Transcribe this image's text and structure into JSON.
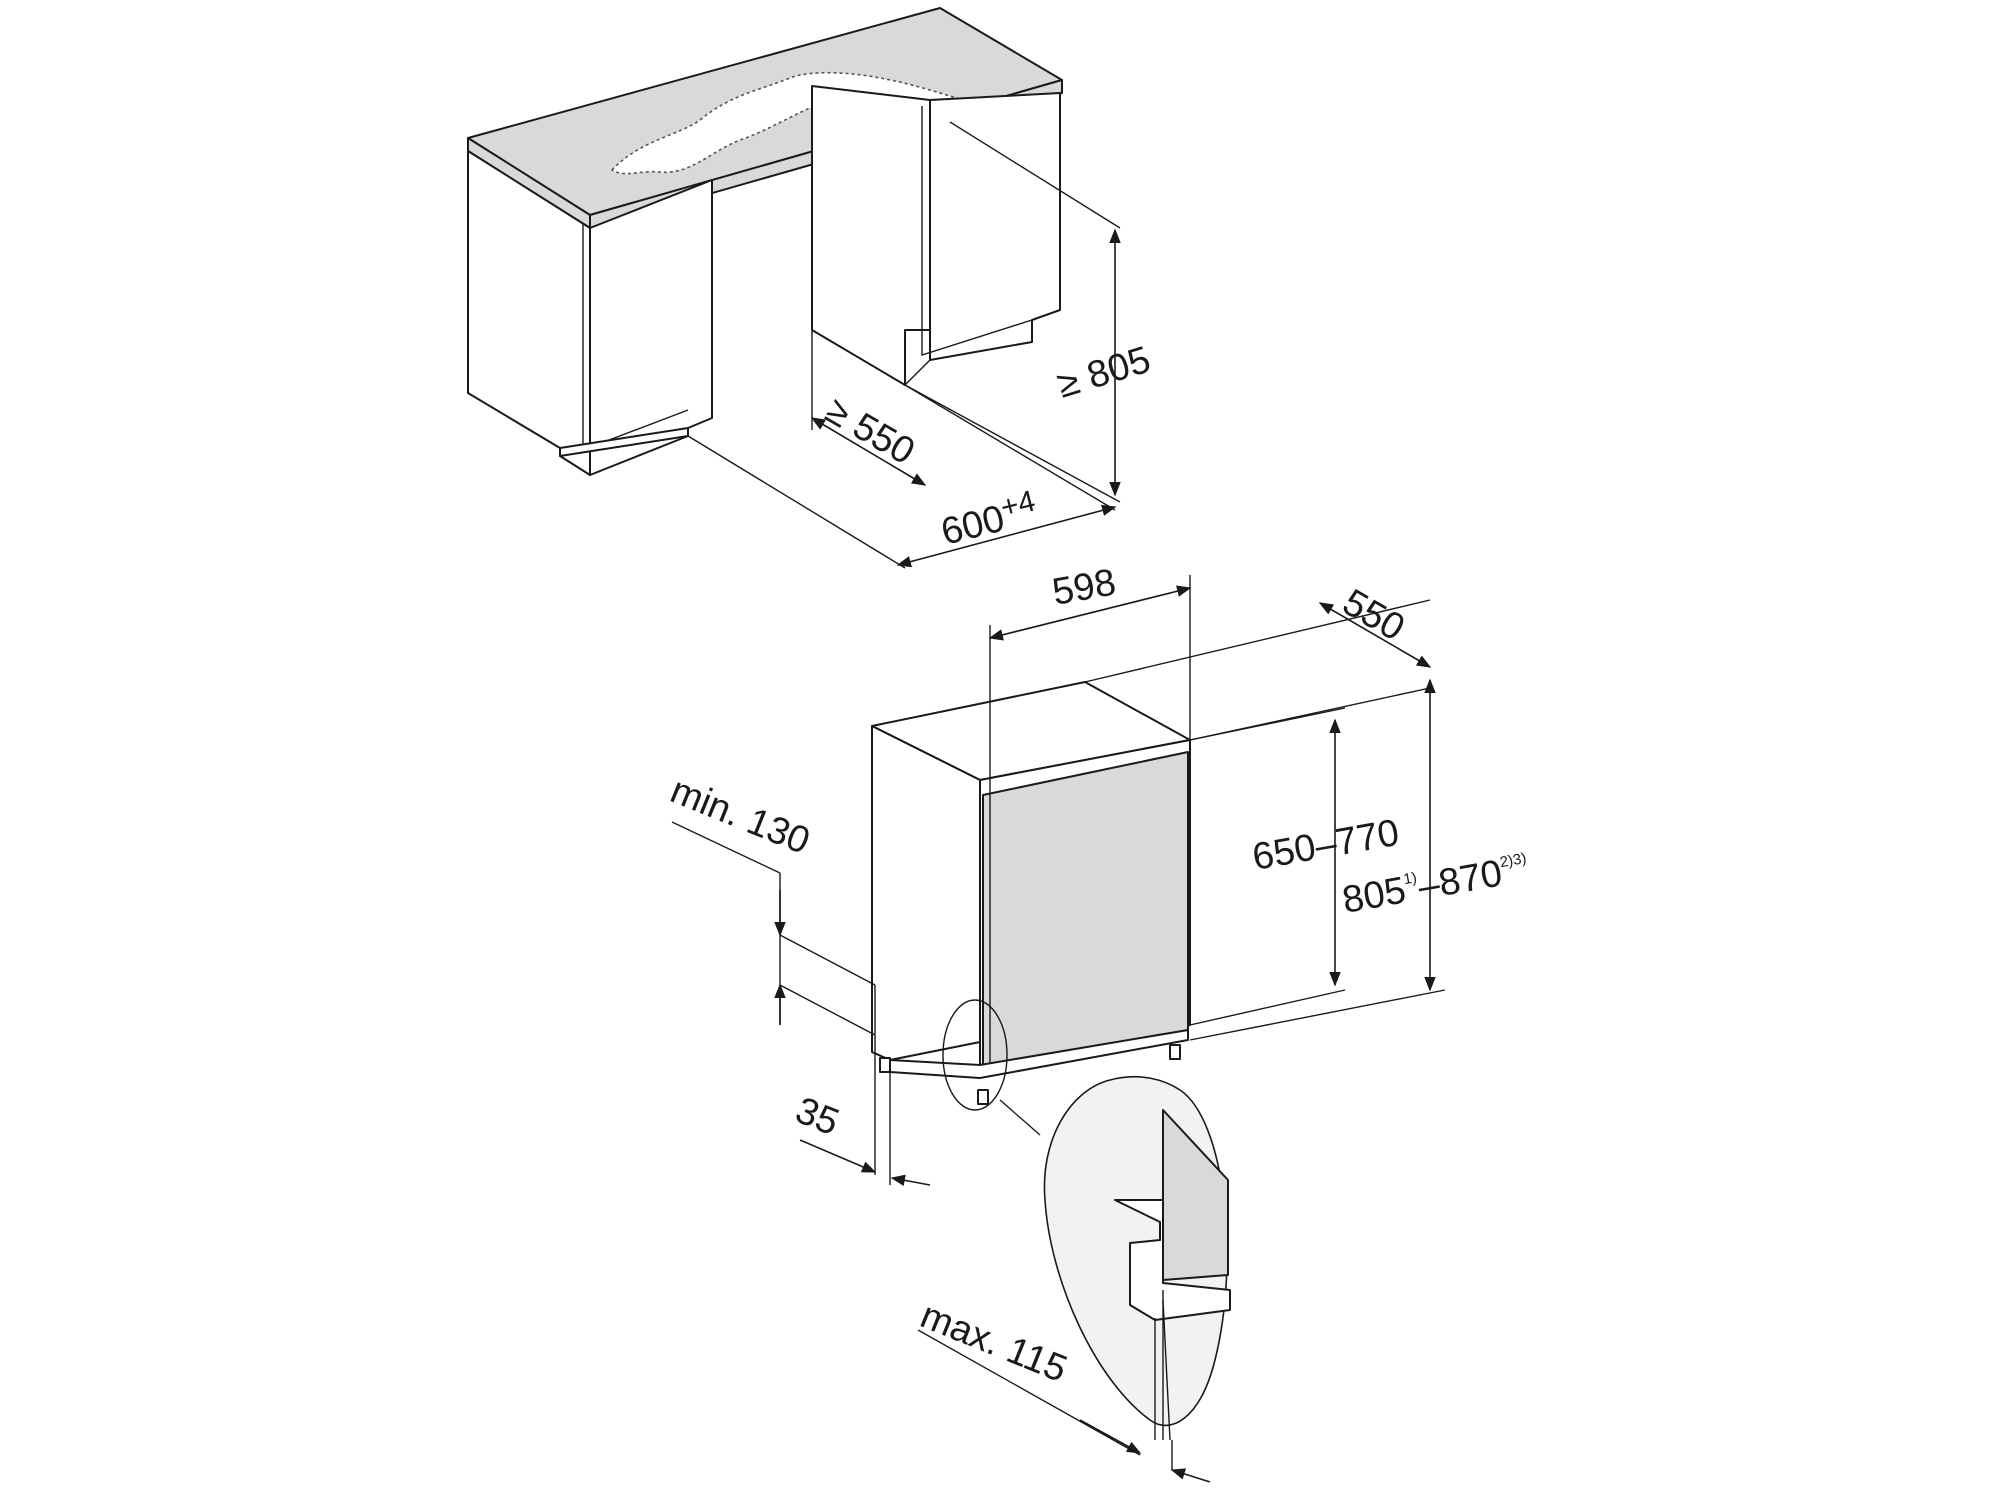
{
  "dimensions": {
    "niche_height": "≥ 805",
    "niche_depth": "≥ 550",
    "niche_width_main": "600",
    "niche_width_tolerance": "+4",
    "appliance_width": "598",
    "appliance_depth": "550",
    "door_height": "650–770",
    "appliance_height_min": "805",
    "appliance_height_min_note": "1)",
    "appliance_height_max": "–870",
    "appliance_height_max_note": "2)3)",
    "toe_kick_min": "min. 130",
    "plinth_gap": "35",
    "plinth_max": "max. 115"
  },
  "colors": {
    "line": "#1a1a1a",
    "worktop": "#d9d9d9",
    "door": "#d9d9d9",
    "background": "#ffffff"
  }
}
